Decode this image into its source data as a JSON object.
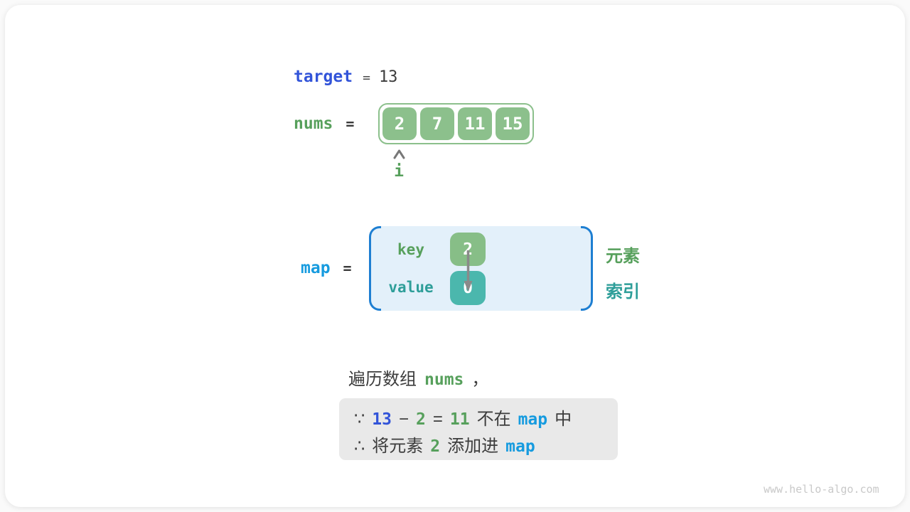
{
  "palette": {
    "target_indigo": "#3254D9",
    "map_azure": "#169BDF",
    "element_green": "#57A05C",
    "index_teal": "#2E9E99",
    "array_cell_green": "#8CC08C",
    "key_box_green": "#87BE87",
    "value_box_teal": "#4BB7AD",
    "map_fill_blue": "#E3F0FA",
    "bracket_blue": "#1E7FD2",
    "text_dark": "#3C3C3C",
    "conclusion_bg": "#E9E9E9"
  },
  "target_row": {
    "label": "target",
    "eq": "=",
    "value": "13"
  },
  "nums_row": {
    "label": "nums",
    "eq": "="
  },
  "nums_array": {
    "values": [
      "2",
      "7",
      "11",
      "15"
    ],
    "pointer_label": "i"
  },
  "map_row": {
    "label": "map",
    "eq": "="
  },
  "map_box": {
    "key_label": "key",
    "key_value": "2",
    "value_label": "value",
    "value_value": "0"
  },
  "side_labels": {
    "element": "元素",
    "index": "索引"
  },
  "caption_tokens": [
    {
      "text": "遍历数组",
      "style": "plain"
    },
    {
      "text": "nums",
      "style": "green"
    },
    {
      "text": "，",
      "style": "plain"
    }
  ],
  "conclusion": {
    "line1": [
      {
        "text": "∵",
        "style": "plain"
      },
      {
        "text": "13",
        "style": "indigo"
      },
      {
        "text": "−",
        "style": "plain"
      },
      {
        "text": "2",
        "style": "green"
      },
      {
        "text": "=",
        "style": "plain"
      },
      {
        "text": "11",
        "style": "green"
      },
      {
        "text": "不在",
        "style": "plain"
      },
      {
        "text": "map",
        "style": "blue"
      },
      {
        "text": "中",
        "style": "plain"
      }
    ],
    "line2": [
      {
        "text": "∴",
        "style": "plain"
      },
      {
        "text": "将元素",
        "style": "plain"
      },
      {
        "text": "2",
        "style": "green"
      },
      {
        "text": "添加进",
        "style": "plain"
      },
      {
        "text": "map",
        "style": "blue"
      }
    ]
  },
  "watermark": "www.hello-algo.com"
}
